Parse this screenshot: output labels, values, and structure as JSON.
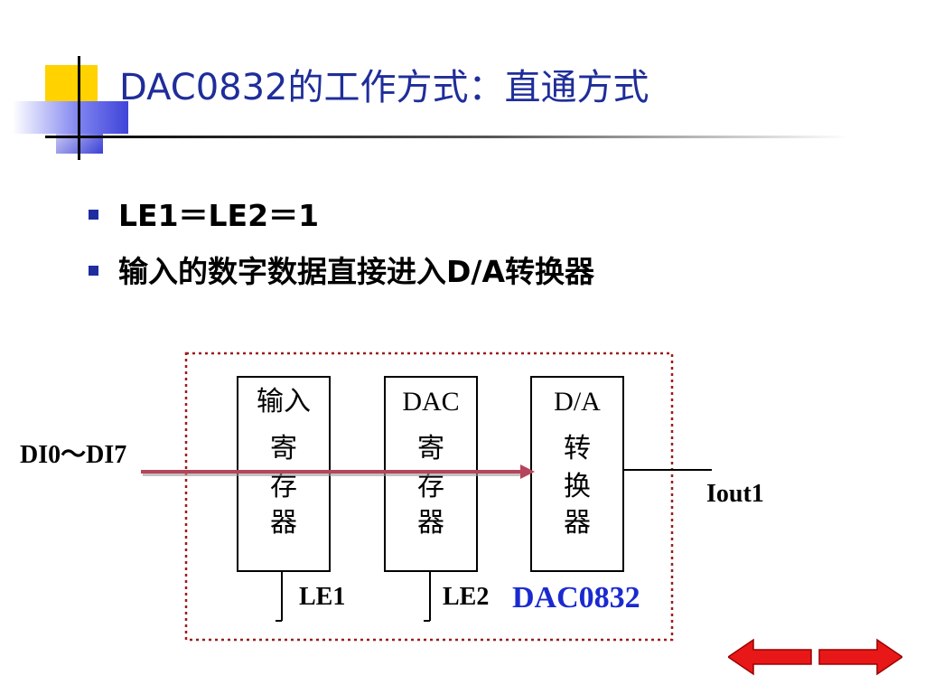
{
  "slide": {
    "title": "DAC0832的工作方式：直通方式",
    "bullets": [
      {
        "text": "LE1＝LE2＝1"
      },
      {
        "text": "输入的数字数据直接进入D/A转换器"
      }
    ]
  },
  "diagram": {
    "input_label": "DI0～DI7",
    "output_label": "Iout1",
    "chip_label": "DAC0832",
    "blocks": [
      {
        "lines": [
          "输入",
          "寄",
          "存",
          "器"
        ]
      },
      {
        "lines": [
          "DAC",
          "寄",
          "存",
          "器"
        ]
      },
      {
        "lines": [
          "D/A",
          "转",
          "换",
          "器"
        ]
      }
    ],
    "latch_labels": [
      "LE1",
      "LE2"
    ]
  },
  "colors": {
    "title": "#1f2d9a",
    "accent_yellow": "#ffd200",
    "accent_blue": "#5a5fe6",
    "arrow": "#b5455a",
    "chip_label": "#1a2ad0",
    "nav_arrow": "#e81818"
  },
  "nav": {
    "prev_icon": "arrow-left-icon",
    "next_icon": "arrow-right-icon"
  }
}
